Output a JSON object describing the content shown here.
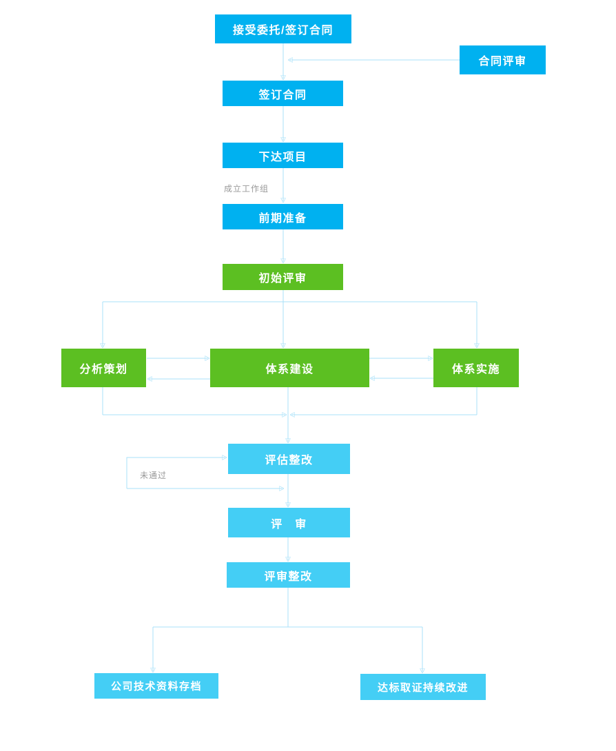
{
  "diagram": {
    "type": "flowchart",
    "background": "#ffffff"
  },
  "palette": {
    "process_blue": "#00B1F0",
    "process_green": "#5CBF22",
    "process_sky_blue": "#44CEF5",
    "connector_line": "#A9E1F8",
    "arrowhead": "#39BFF0",
    "node_text": "#ffffff",
    "annotation_text": "#999999"
  },
  "nodes": [
    {
      "id": "accept-contract",
      "label": "接受委托/签订合同",
      "type": "blue"
    },
    {
      "id": "contract-review",
      "label": "合同评审",
      "type": "blue"
    },
    {
      "id": "sign-contract",
      "label": "签订合同",
      "type": "blue"
    },
    {
      "id": "issue-project",
      "label": "下达项目",
      "type": "blue"
    },
    {
      "id": "preparation",
      "label": "前期准备",
      "type": "blue"
    },
    {
      "id": "initial-review",
      "label": "初始评审",
      "type": "green"
    },
    {
      "id": "analysis-planning",
      "label": "分析策划",
      "type": "green"
    },
    {
      "id": "system-construction",
      "label": "体系建设",
      "type": "green"
    },
    {
      "id": "system-implementation",
      "label": "体系实施",
      "type": "green"
    },
    {
      "id": "evaluation-rectify",
      "label": "评估整改",
      "type": "sky"
    },
    {
      "id": "review",
      "label": "评　审",
      "type": "sky"
    },
    {
      "id": "review-rectify",
      "label": "评审整改",
      "type": "sky"
    },
    {
      "id": "archive",
      "label": "公司技术资料存档",
      "type": "sky"
    },
    {
      "id": "certification",
      "label": "达标取证持续改进",
      "type": "sky"
    }
  ],
  "annotations": [
    {
      "id": "setup-workgroup",
      "label": "成立工作组"
    },
    {
      "id": "not-passed",
      "label": "未通过"
    }
  ],
  "edges": [
    {
      "from": "accept-contract",
      "to": "sign-contract"
    },
    {
      "from": "contract-review",
      "to": "accept-contract/sign-contract-link"
    },
    {
      "from": "sign-contract",
      "to": "issue-project"
    },
    {
      "from": "issue-project",
      "to": "preparation",
      "label": "成立工作组"
    },
    {
      "from": "preparation",
      "to": "initial-review"
    },
    {
      "from": "initial-review",
      "to": "analysis-planning"
    },
    {
      "from": "initial-review",
      "to": "system-construction"
    },
    {
      "from": "initial-review",
      "to": "system-implementation"
    },
    {
      "from": "analysis-planning",
      "to": "system-construction",
      "bidirectional": true
    },
    {
      "from": "system-construction",
      "to": "system-implementation",
      "bidirectional": true
    },
    {
      "from": "analysis-planning",
      "to": "evaluation-rectify"
    },
    {
      "from": "system-construction",
      "to": "evaluation-rectify"
    },
    {
      "from": "system-implementation",
      "to": "evaluation-rectify"
    },
    {
      "from": "evaluation-rectify",
      "to": "review"
    },
    {
      "from": "review",
      "to": "evaluation-rectify",
      "label": "未通过"
    },
    {
      "from": "review",
      "to": "review-rectify"
    },
    {
      "from": "review-rectify",
      "to": "archive"
    },
    {
      "from": "review-rectify",
      "to": "certification"
    }
  ]
}
